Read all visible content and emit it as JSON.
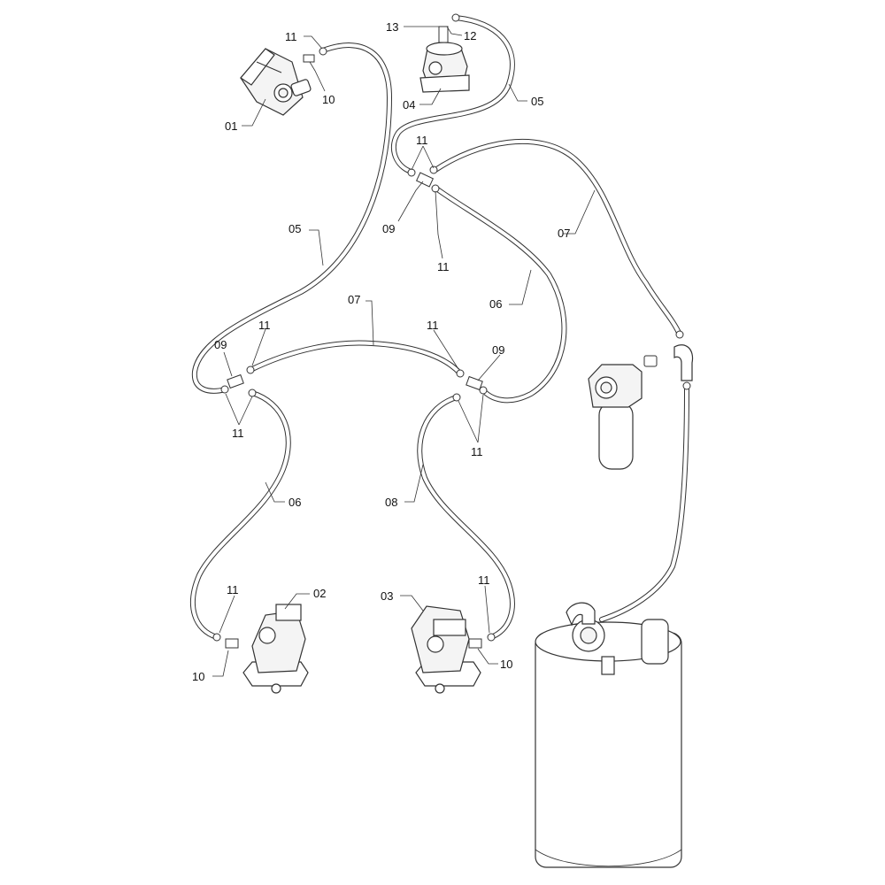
{
  "labels": {
    "c01": "01",
    "c02": "02",
    "c03": "03",
    "c04": "04",
    "c05_top": "05",
    "c05_left": "05",
    "c06_mid": "06",
    "c06_left": "06",
    "c07_right": "07",
    "c07_mid": "07",
    "c08": "08",
    "c09_top": "09",
    "c09_left": "09",
    "c09_right": "09",
    "c10_pump01": "10",
    "c10_pump02": "10",
    "c10_pump03": "10",
    "c11_pump01": "11",
    "c11_top": "11",
    "c11_top_lower": "11",
    "c11_left_upper": "11",
    "c11_left_lower": "11",
    "c11_right_upper": "11",
    "c11_right_lower": "11",
    "c11_pump02": "11",
    "c11_pump03": "11",
    "c12": "12",
    "c13": "13"
  },
  "icons": [
    "gear-pump-01",
    "pump-02",
    "pump-03",
    "motor-04",
    "hydraulic-filter",
    "tank",
    "tee-fitting-09",
    "hose-nut-11",
    "adapter-10"
  ]
}
